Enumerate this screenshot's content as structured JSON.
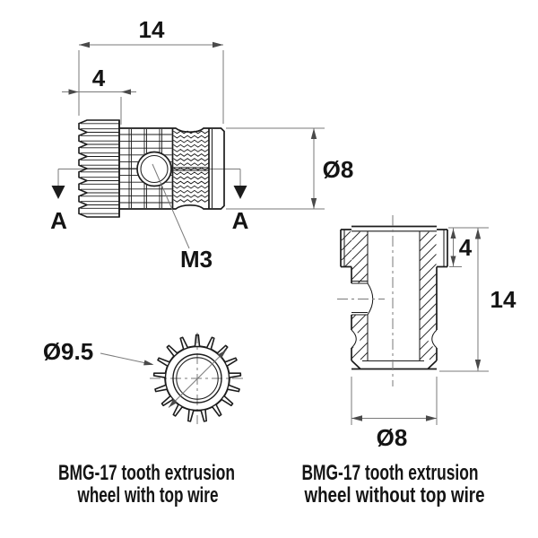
{
  "page": {
    "background": "#ffffff"
  },
  "side_view": {
    "dim_total_length": "14",
    "dim_gear_width": "4",
    "dim_body_diameter": "Ø8",
    "section_label_left": "A",
    "section_label_right": "A",
    "set_screw_hole_label": "M3"
  },
  "front_view": {
    "dim_tip_diameter": "Ø9.5"
  },
  "section_view": {
    "dim_flange_height": "4",
    "dim_total_height": "14",
    "dim_body_diameter": "Ø8"
  },
  "captions": {
    "with_wire_line1": "BMG-17 tooth extrusion",
    "with_wire_line2": "wheel with top wire",
    "without_wire_line1": "BMG-17 tooth extrusion",
    "without_wire_line2": "wheel without top wire"
  },
  "colors": {
    "outline": "#1c1c1c",
    "dim": "#7a7a7a",
    "text": "#141414",
    "background": "#ffffff"
  }
}
